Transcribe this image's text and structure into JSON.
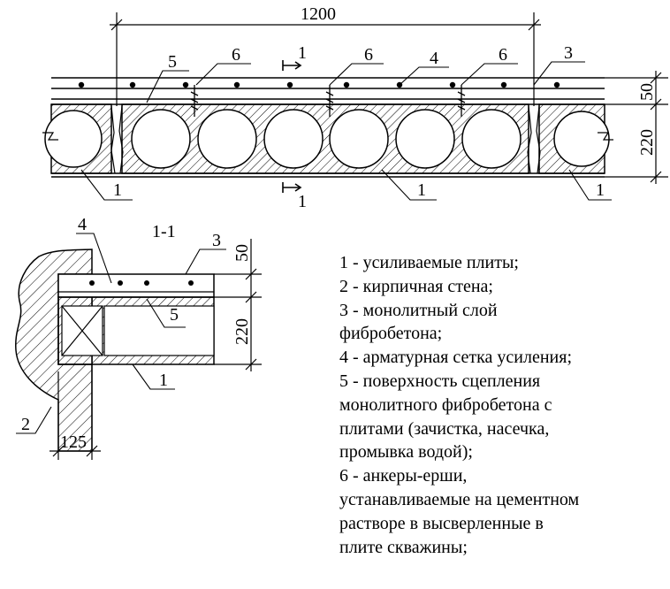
{
  "top_section": {
    "span_dimension": "1200",
    "thickness_top": "50",
    "thickness_slab": "220",
    "section_mark_top": "1",
    "section_mark_bottom": "1",
    "labels_top": [
      "5",
      "6",
      "6",
      "4",
      "6",
      "3"
    ],
    "labels_bottom": [
      "1",
      "1",
      "1"
    ]
  },
  "section_1_1": {
    "title": "1-1",
    "thickness_top": "50",
    "thickness_slab": "220",
    "wall_bearing": "125",
    "labels": [
      "4",
      "3",
      "5",
      "1",
      "2"
    ]
  },
  "legend": [
    "1 - усиливаемые плиты;",
    "2 - кирпичная стена;",
    "3 - монолитный слой",
    "фибробетона;",
    "4 - арматурная сетка усиления;",
    "5 - поверхность сцепления",
    "монолитного фибробетона с",
    "плитами (зачистка, насечка,",
    "промывка водой);",
    "6 - анкеры-ерши,",
    "устанавливаемые на цементном",
    "растворе в высверленные в",
    "плите скважины;"
  ]
}
